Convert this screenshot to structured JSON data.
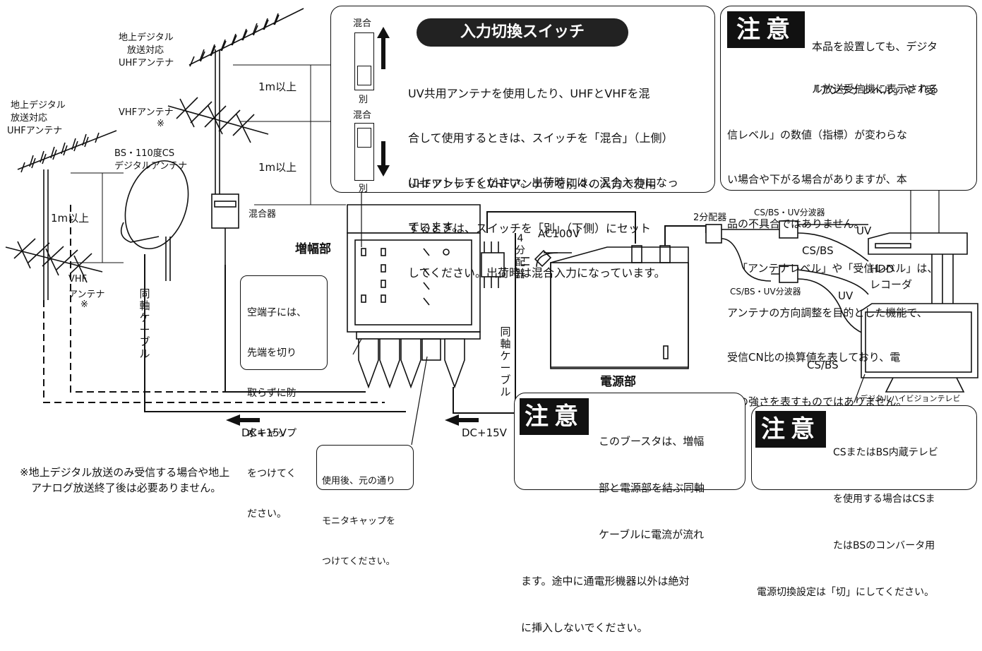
{
  "antennas": {
    "uhf_top": [
      "地上デジタル",
      "放送対応",
      "UHFアンテナ"
    ],
    "uhf_left": [
      "地上デジタル",
      "放送対応",
      "UHFアンテナ"
    ],
    "vhf_mid": "VHFアンテナ",
    "vhf_mid_mark": "※",
    "bs_cs": [
      "BS・110度CS",
      "デジタルアンテナ"
    ],
    "vhf_low": [
      "VHF",
      "アンテナ",
      "※"
    ]
  },
  "dimensions": {
    "d1": "1m以上",
    "d2": "1m以上",
    "d3": "1m以上"
  },
  "labels": {
    "mixer": "混合器",
    "amp": "増幅部",
    "coax_left": "同軸ケーブル",
    "coax_right": "同軸ケーブル",
    "dc_left": "DC+15V",
    "dc_right": "DC+15V",
    "distributor4": "4分配器",
    "ac": "AC100V",
    "power_unit": "電源部",
    "splitter2": "2分配器",
    "separator_top": "CS/BS・UV分波器",
    "separator_bottom": "CS/BS・UV分波器",
    "uv_top": "UV",
    "csbs_top": "CS/BS",
    "uv_bottom": "UV",
    "csbs_bottom": "CS/BS",
    "hdd": [
      "HDD",
      "レコーダ"
    ],
    "tv": "デジタルハイビジョンテレビ"
  },
  "switch_box": {
    "title": "入力切換スイッチ",
    "mix_label_top": "混合",
    "sep_label_top": "別",
    "mix_label_bottom": "混合",
    "sep_label_bottom": "別",
    "para_top": [
      "UV共用アンテナを使用したり、UHFとVHFを混",
      "合して使用するときは、スイッチを「混合」（上側）",
      "にセットしてください。出荷時には、混合入力になっ",
      "ています。"
    ],
    "para_bottom": [
      "UHFアンテナとVHFアンテナを別々の入力で使用",
      "するときは、スイッチを「別」（下側）にセット",
      "してください。出荷時は混合入力になっています。"
    ]
  },
  "caution_top": {
    "badge": "注意",
    "lines": [
      "本品を設置しても、デジタ",
      "ル放送受信機に表示される",
      "「アンテナレベル」や「受",
      "信レベル」の数値（指標）が変わらな",
      "い場合や下がる場合がありますが、本",
      "品の不具合ではありません。",
      "「アンテナレベル」や「受信レベル」は、",
      "アンテナの方向調整を目的とした機能で、",
      "受信CN比の換算値を表しており、電",
      "波の強さを表すものではありません。"
    ]
  },
  "caution_booster": {
    "badge": "注意",
    "lines": [
      "このブースタは、増幅",
      "部と電源部を結ぶ同軸",
      "ケーブルに電流が流れ",
      "ます。途中に通電形機器以外は絶対",
      "に挿入しないでください。"
    ]
  },
  "caution_tv": {
    "badge": "注意",
    "lines": [
      "CSまたはBS内蔵テレビ",
      "を使用する場合はCSま",
      "たはBSのコンバータ用",
      "電源切換設定は「切」にしてください。"
    ]
  },
  "callouts": {
    "empty_terminal": [
      "空端子には、",
      "先端を切り",
      "取らずに防",
      "水キャップ",
      "をつけてく",
      "ださい。"
    ],
    "monitor_cap": [
      "使用後、元の通り",
      "モニタキャップを",
      "つけてください。"
    ]
  },
  "footnote": [
    "※地上デジタル放送のみ受信する場合や地上",
    "アナログ放送終了後は必要ありません。"
  ]
}
